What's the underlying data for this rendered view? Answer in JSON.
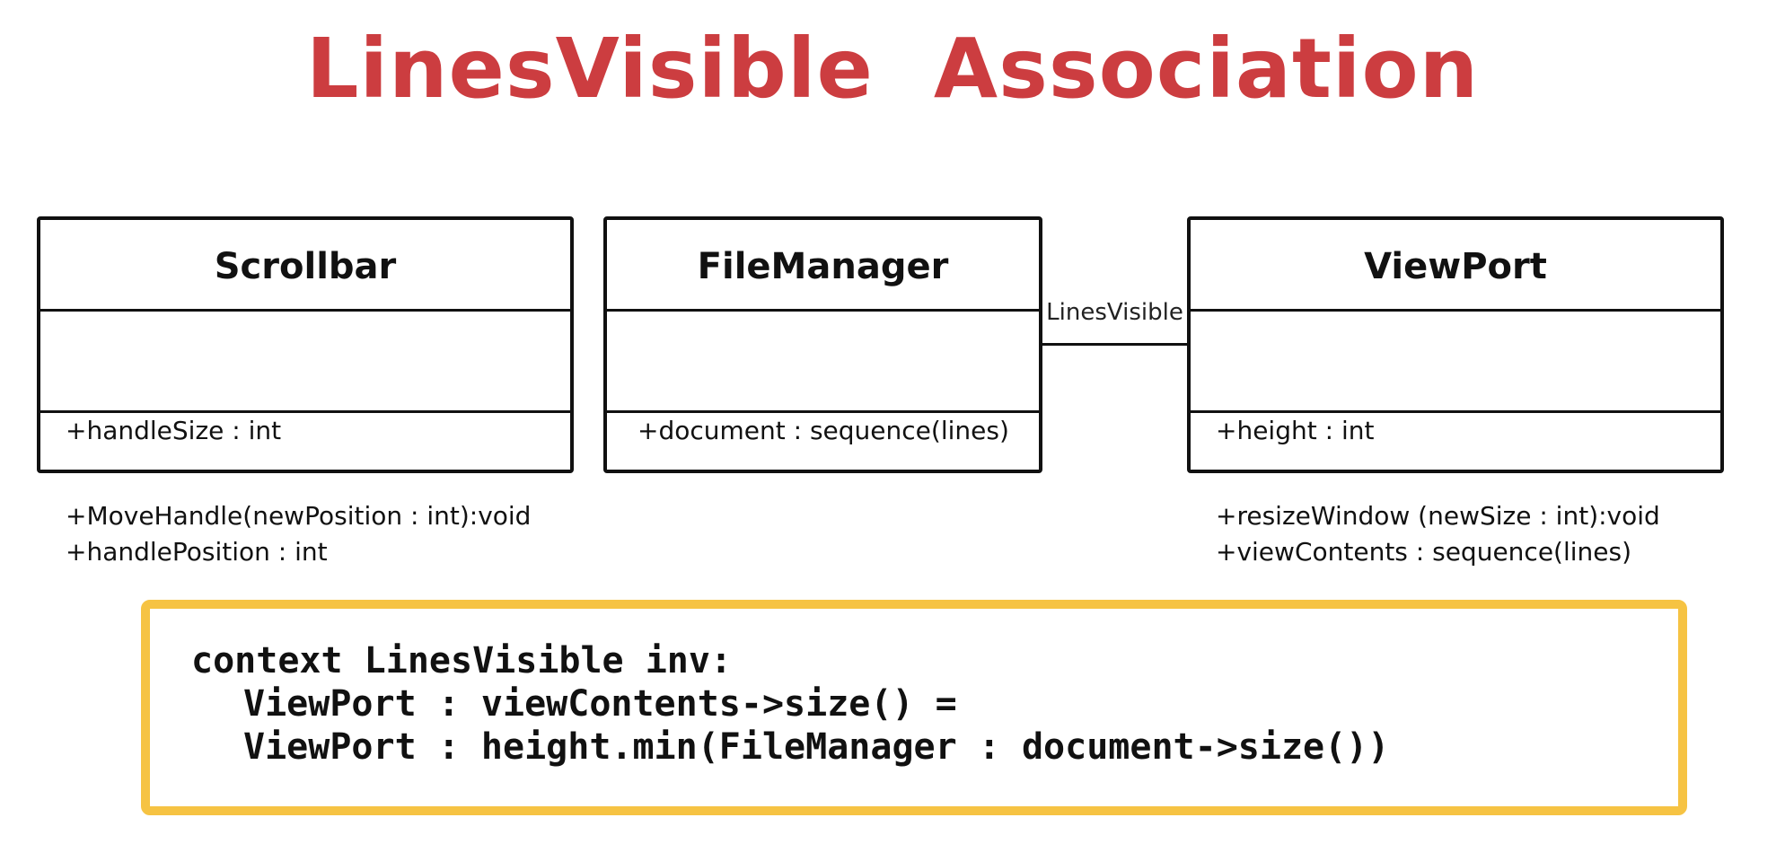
{
  "title": "LinesVisible Association",
  "classes": {
    "scrollbar": {
      "name": "Scrollbar",
      "attributes": [
        "+handleSize : int",
        "+handlePosition : int"
      ],
      "operations": [
        "+MoveHandle(newPosition : int):void"
      ]
    },
    "filemanager": {
      "name": "FileManager",
      "attributes": [
        "+document : sequence(lines)"
      ],
      "operations": []
    },
    "viewport": {
      "name": "ViewPort",
      "attributes": [
        "+height : int",
        "+viewContents : sequence(lines)"
      ],
      "operations": [
        "+resizeWindow (newSize : int):void"
      ]
    }
  },
  "association": {
    "label": "LinesVisible"
  },
  "ocl": {
    "lines": [
      "context LinesVisible inv:",
      "ViewPort : viewContents->size() =",
      "ViewPort : height.min(FileManager : document->size())"
    ],
    "border_color": "#f6c343"
  },
  "colors": {
    "title": "#cc3d40"
  }
}
